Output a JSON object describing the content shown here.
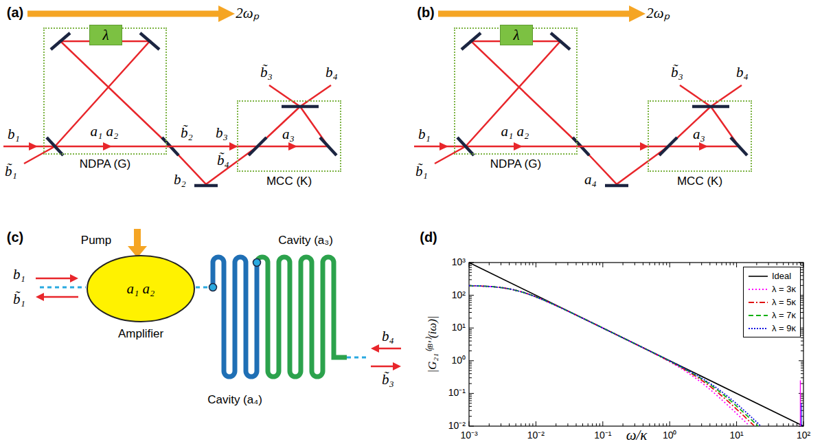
{
  "diagram": {
    "nodes": [
      {
        "text": [
          "NDPA (G)"
        ]
      },
      {
        "text": [
          "λ"
        ],
        "in": 0
      },
      {
        "text": [
          "MCC (K)"
        ]
      },
      {
        "text": [
          "NDPA (G)"
        ]
      },
      {
        "text": [
          "λ"
        ],
        "in": 3
      },
      {
        "text": [
          "MCC (K)"
        ]
      },
      {
        "text": [
          "a₁ a₂",
          "Amplifier"
        ]
      }
    ],
    "edges": [
      {
        "from": 0,
        "to": 2,
        "arrow": "to"
      },
      {
        "from": 3,
        "to": 5,
        "arrow": "to"
      }
    ],
    "labels": [
      "(a)",
      "2ωₚ",
      "b₁",
      "b̃₁",
      "a₁ a₂",
      "b̃₂",
      "b₃",
      "b₂",
      "b̃₄",
      "b̃₃",
      "b₄",
      "a₃",
      "(b)",
      "2ωₚ",
      "b₁",
      "b̃₁",
      "a₁ a₂",
      "a₄",
      "b̃₃",
      "b₄",
      "a₃",
      "(c)",
      "Pump",
      "b₁",
      "b̃₁",
      "Cavity (a₃)",
      "Cavity (a₄)",
      "b₄",
      "b̃₃",
      "(d)",
      "|G₂₁⁽ᶠᴮ'⁾(iω)|",
      "ω/κ",
      "10³",
      "10²",
      "10¹",
      "10⁰",
      "10⁻¹",
      "10⁻²",
      "10⁻³",
      "10⁻²",
      "10⁻¹",
      "10⁰",
      "10¹",
      "10²"
    ],
    "legend": [
      {
        "text": "Ideal"
      },
      {
        "text": "λ = 3κ"
      },
      {
        "text": "λ = 5κ"
      },
      {
        "text": "λ = 7κ"
      },
      {
        "text": "λ = 9κ"
      }
    ]
  }
}
